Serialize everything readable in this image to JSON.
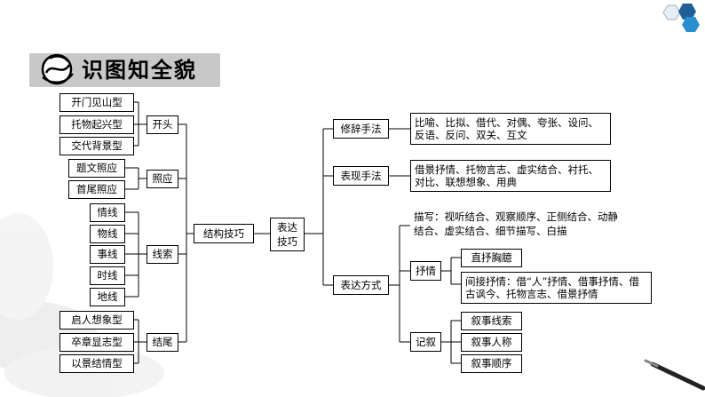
{
  "header": {
    "title": "识图知全貌",
    "logo_icon": "globe-swirl-icon",
    "corner_icon": "hexagon-cluster-icon",
    "accent": "#1f7fb8"
  },
  "diagram": {
    "root": "表达技巧",
    "structure": {
      "label": "结构技巧",
      "groups": [
        {
          "label": "开头",
          "items": [
            "开门见山型",
            "托物起兴型",
            "交代背景型"
          ]
        },
        {
          "label": "照应",
          "items": [
            "题文照应",
            "首尾照应"
          ]
        },
        {
          "label": "线索",
          "items": [
            "情线",
            "物线",
            "事线",
            "时线",
            "地线"
          ]
        },
        {
          "label": "结尾",
          "items": [
            "启人想象型",
            "卒章显志型",
            "以景结情型"
          ]
        }
      ]
    },
    "rhetoric": {
      "label": "修辞手法",
      "detail": "比喻、比拟、借代、对偶、夸张、设问、反语、反问、双关、互文"
    },
    "expression": {
      "label": "表现手法",
      "detail": "借景抒情、托物言志、虚实结合、衬托、对比、联想想象、用典"
    },
    "mode": {
      "label": "表达方式",
      "describe": "描写：视听结合、观察顺序、正侧结合、动静结合、虚实结合、细节描写、白描",
      "lyric": {
        "label": "抒情",
        "items": [
          "直抒胸臆",
          "间接抒情：借“人”抒情、借事抒情、借古讽今、托物言志、借景抒情"
        ]
      },
      "narrate": {
        "label": "记叙",
        "items": [
          "叙事线索",
          "叙事人称",
          "叙事顺序"
        ]
      }
    }
  }
}
